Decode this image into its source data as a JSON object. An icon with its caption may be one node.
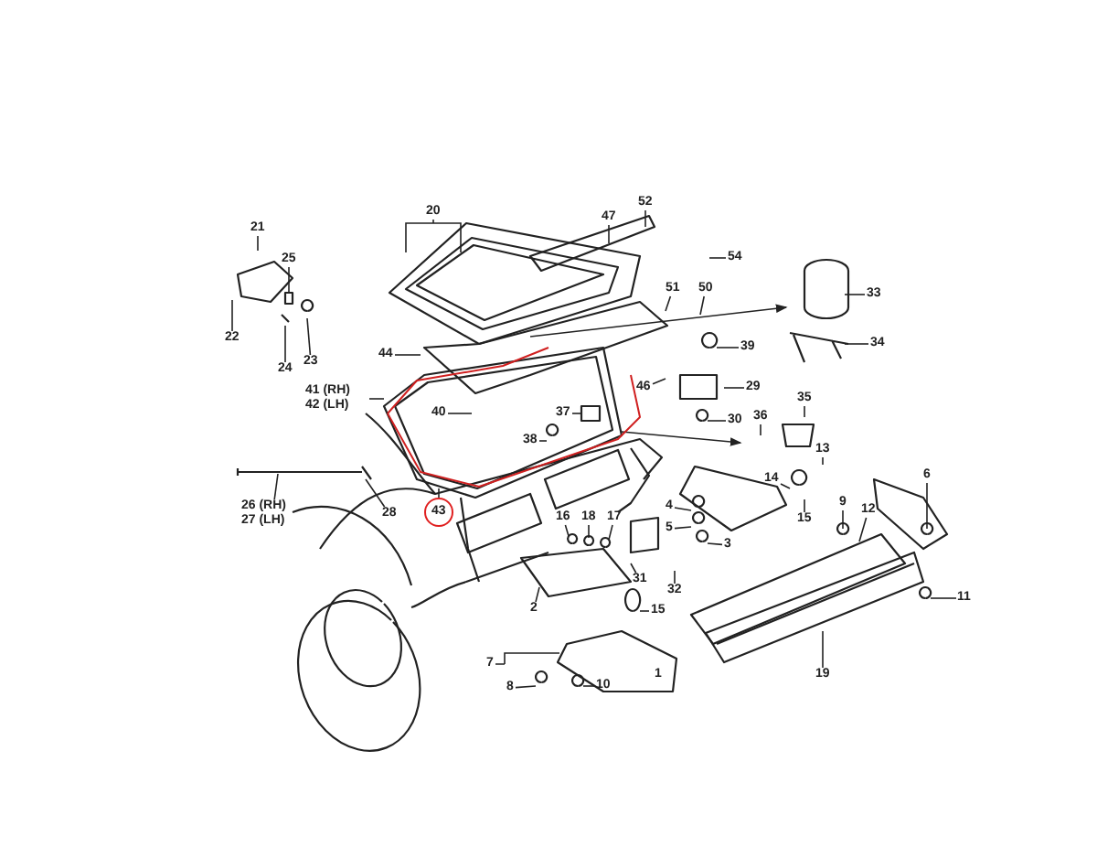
{
  "diagram": {
    "nodes": [
      {
        "text": [
          "52"
        ]
      },
      {
        "text": [
          "20"
        ]
      },
      {
        "text": [
          "21"
        ]
      },
      {
        "text": [
          "47"
        ]
      },
      {
        "text": [
          "54"
        ]
      },
      {
        "text": [
          "25"
        ]
      },
      {
        "text": [
          "33"
        ]
      },
      {
        "text": [
          "51"
        ]
      },
      {
        "text": [
          "50"
        ]
      },
      {
        "text": [
          "22"
        ]
      },
      {
        "text": [
          "34"
        ]
      },
      {
        "text": [
          "44"
        ]
      },
      {
        "text": [
          "39"
        ]
      },
      {
        "text": [
          "24"
        ]
      },
      {
        "text": [
          "23"
        ]
      },
      {
        "text": [
          "41 (RH) 42 (LH)"
        ]
      },
      {
        "text": [
          "40"
        ]
      },
      {
        "text": [
          "46"
        ]
      },
      {
        "text": [
          "29"
        ]
      },
      {
        "text": [
          "37"
        ]
      },
      {
        "text": [
          "38"
        ]
      },
      {
        "text": [
          "30"
        ]
      },
      {
        "text": [
          "35"
        ]
      },
      {
        "text": [
          "36"
        ]
      },
      {
        "text": [
          "43"
        ]
      },
      {
        "text": [
          "14"
        ]
      },
      {
        "text": [
          "13"
        ]
      },
      {
        "text": [
          "26 (RH) 27 (LH)"
        ]
      },
      {
        "text": [
          "28"
        ]
      },
      {
        "text": [
          "15"
        ]
      },
      {
        "text": [
          "9"
        ]
      },
      {
        "text": [
          "12"
        ]
      },
      {
        "text": [
          "6"
        ]
      },
      {
        "text": [
          "4"
        ]
      },
      {
        "text": [
          "5"
        ]
      },
      {
        "text": [
          "16"
        ]
      },
      {
        "text": [
          "18"
        ]
      },
      {
        "text": [
          "17"
        ]
      },
      {
        "text": [
          "3"
        ]
      },
      {
        "text": [
          "31"
        ]
      },
      {
        "text": [
          "32"
        ]
      },
      {
        "text": [
          "2"
        ]
      },
      {
        "text": [
          "15"
        ]
      },
      {
        "text": [
          "11"
        ]
      },
      {
        "text": [
          "7"
        ]
      },
      {
        "text": [
          "8"
        ]
      },
      {
        "text": [
          "10"
        ]
      },
      {
        "text": [
          "19"
        ]
      }
    ],
    "edges": [
      {
        "from": 0,
        "to": null,
        "arrow": "none"
      },
      {
        "from": 1,
        "to": null,
        "arrow": "none"
      },
      {
        "from": 2,
        "to": null,
        "arrow": "none"
      },
      {
        "from": 3,
        "to": null,
        "arrow": "none"
      },
      {
        "from": 4,
        "to": null,
        "arrow": "none"
      },
      {
        "from": 5,
        "to": null,
        "arrow": "none"
      },
      {
        "from": 6,
        "to": null,
        "arrow": "none"
      },
      {
        "from": 7,
        "to": null,
        "arrow": "none"
      },
      {
        "from": 8,
        "to": null,
        "arrow": "none"
      },
      {
        "from": 9,
        "to": null,
        "arrow": "none"
      },
      {
        "from": 10,
        "to": null,
        "arrow": "none"
      },
      {
        "from": 11,
        "to": null,
        "arrow": "none"
      },
      {
        "from": 12,
        "to": null,
        "arrow": "none"
      },
      {
        "from": 13,
        "to": null,
        "arrow": "none"
      },
      {
        "from": 14,
        "to": null,
        "arrow": "none"
      },
      {
        "from": 15,
        "to": null,
        "arrow": "none"
      },
      {
        "from": 16,
        "to": null,
        "arrow": "none"
      },
      {
        "from": 17,
        "to": null,
        "arrow": "none"
      },
      {
        "from": 18,
        "to": null,
        "arrow": "none"
      },
      {
        "from": 19,
        "to": null,
        "arrow": "none"
      },
      {
        "from": 20,
        "to": null,
        "arrow": "none"
      },
      {
        "from": 21,
        "to": null,
        "arrow": "none"
      },
      {
        "from": 22,
        "to": null,
        "arrow": "none"
      },
      {
        "from": 23,
        "to": null,
        "arrow": "none"
      },
      {
        "from": 24,
        "to": null,
        "arrow": "none"
      },
      {
        "from": 25,
        "to": null,
        "arrow": "none"
      },
      {
        "from": 26,
        "to": null,
        "arrow": "none"
      },
      {
        "from": 27,
        "to": null,
        "arrow": "none"
      },
      {
        "from": 28,
        "to": null,
        "arrow": "none"
      },
      {
        "from": 29,
        "to": null,
        "arrow": "none"
      },
      {
        "from": 30,
        "to": null,
        "arrow": "none"
      },
      {
        "from": 31,
        "to": null,
        "arrow": "none"
      },
      {
        "from": 32,
        "to": null,
        "arrow": "none"
      },
      {
        "from": 33,
        "to": null,
        "arrow": "none"
      },
      {
        "from": 34,
        "to": null,
        "arrow": "none"
      },
      {
        "from": 35,
        "to": null,
        "arrow": "none"
      },
      {
        "from": 36,
        "to": null,
        "arrow": "none"
      },
      {
        "from": 37,
        "to": null,
        "arrow": "none"
      },
      {
        "from": 38,
        "to": null,
        "arrow": "none"
      },
      {
        "from": 39,
        "to": null,
        "arrow": "none"
      },
      {
        "from": 40,
        "to": null,
        "arrow": "none"
      },
      {
        "from": 41,
        "to": null,
        "arrow": "none"
      },
      {
        "from": 42,
        "to": null,
        "arrow": "none"
      },
      {
        "from": 43,
        "to": null,
        "arrow": "none"
      },
      {
        "from": 44,
        "to": null,
        "arrow": "none"
      },
      {
        "from": 45,
        "to": null,
        "arrow": "none"
      },
      {
        "from": 46,
        "to": null,
        "arrow": "none"
      },
      {
        "from": 47,
        "to": null,
        "arrow": "none"
      }
    ],
    "labels": [
      "1"
    ]
  }
}
